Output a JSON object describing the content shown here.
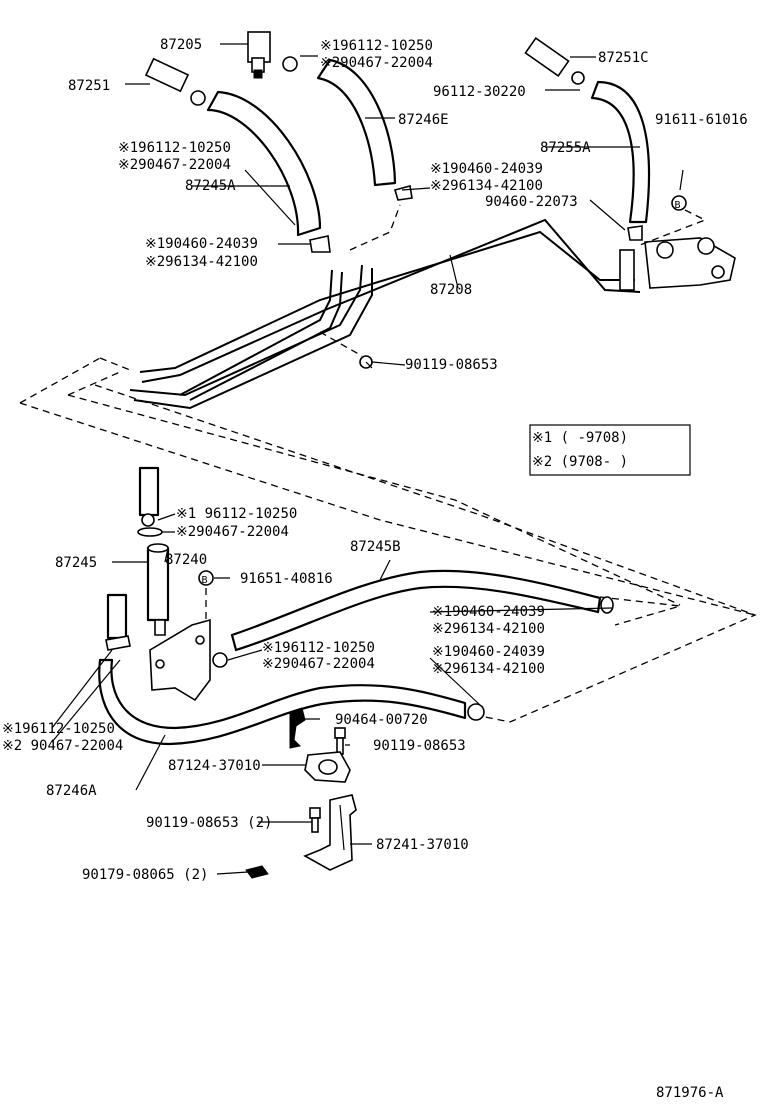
{
  "labels": {
    "l_87205": "87205",
    "l_87251": "87251",
    "l_196112_top": "※196112-10250",
    "l_290467_top": "※290467-22004",
    "l_87251c": "87251C",
    "l_96112": "96112-30220",
    "l_87246e": "87246E",
    "l_91611": "91611-61016",
    "l_196112_left": "※196112-10250",
    "l_290467_left": "※290467-22004",
    "l_87245a": "87245A",
    "l_87255a": "87255A",
    "l_190460_mid": "※190460-24039",
    "l_296134_mid": "※296134-42100",
    "l_90460": "90460-22073",
    "l_190460_lft": "※190460-24039",
    "l_296134_lft": "※296134-42100",
    "l_87208": "87208",
    "l_90119_top": "90119-08653",
    "l_note1": "※1  (      -9708)",
    "l_note2": "※2  (9708-      )",
    "l_196112_b1": "※1 96112-10250",
    "l_290467_b1": "※290467-22004",
    "l_87245b": "87245B",
    "l_87245": "87245",
    "l_87240": "87240",
    "l_91651": "91651-40816",
    "l_190460_b1": "※190460-24039",
    "l_296134_b1": "※296134-42100",
    "l_196112_b2": "※196112-10250",
    "l_290467_b2": "※290467-22004",
    "l_190460_b2": "※190460-24039",
    "l_296134_b2": "※296134-42100",
    "l_196112_b3": "※196112-10250",
    "l_290467_b3": "※2 90467-22004",
    "l_90464": "90464-00720",
    "l_90119_b": "90119-08653",
    "l_87246a": "87246A",
    "l_87124": "87124-37010",
    "l_90119_2": "90119-08653 (2)",
    "l_87241": "87241-37010",
    "l_90179": "90179-08065 (2)",
    "l_fig": "871976-A"
  }
}
